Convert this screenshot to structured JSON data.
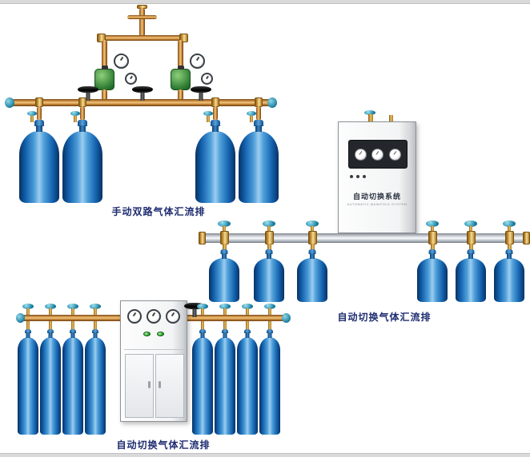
{
  "colors": {
    "cylinder_blue": "#1261ae",
    "pipe_copper": "#d2954a",
    "manifold_silver": "#d9dde2",
    "valve_teal": "#2187a8",
    "caption_navy": "#1d2b6f"
  },
  "figure1": {
    "caption": "手动双路气体汇流排"
  },
  "figure2": {
    "caption": "自动切换气体汇流排",
    "cabinet_title": "自动切换系统",
    "cabinet_subtitle": "AUTOMATIC MANIFOLD SYSTEM"
  },
  "figure3": {
    "caption": "自动切换气体汇流排"
  }
}
